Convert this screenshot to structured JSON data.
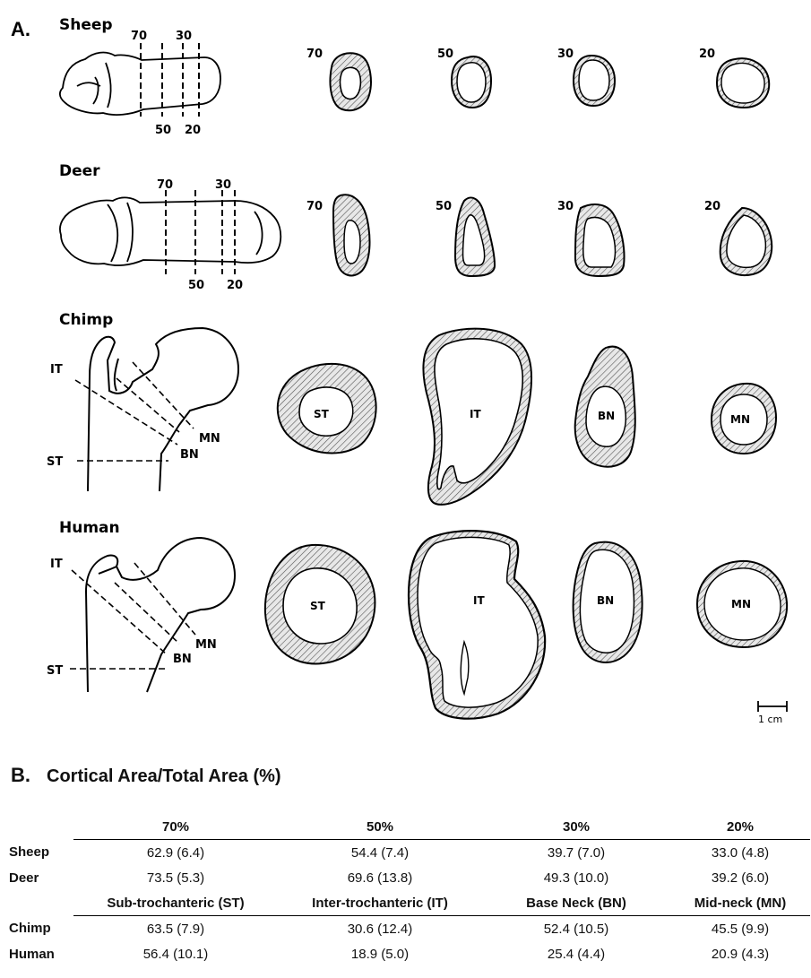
{
  "panel_a": {
    "letter": "A.",
    "species": [
      {
        "name": "Sheep",
        "schematic_top_labels": [
          "70",
          "30"
        ],
        "schematic_bottom_labels": [
          "50",
          "20"
        ],
        "section_labels": [
          "70",
          "50",
          "30",
          "20"
        ]
      },
      {
        "name": "Deer",
        "schematic_top_labels": [
          "70",
          "30"
        ],
        "schematic_bottom_labels": [
          "50",
          "20"
        ],
        "section_labels": [
          "70",
          "50",
          "30",
          "20"
        ]
      },
      {
        "name": "Chimp",
        "femur_labels": [
          "IT",
          "ST",
          "MN",
          "BN"
        ],
        "section_labels": [
          "ST",
          "IT",
          "BN",
          "MN"
        ]
      },
      {
        "name": "Human",
        "femur_labels": [
          "IT",
          "ST",
          "MN",
          "BN"
        ],
        "section_labels": [
          "ST",
          "IT",
          "BN",
          "MN"
        ]
      }
    ],
    "scale_bar": "1 cm"
  },
  "panel_b": {
    "letter": "B.",
    "title": "Cortical Area/Total Area (%)",
    "header_1": [
      "70%",
      "50%",
      "30%",
      "20%"
    ],
    "rows_1": [
      {
        "label": "Sheep",
        "values": [
          "62.9 (6.4)",
          "54.4 (7.4)",
          "39.7 (7.0)",
          "33.0 (4.8)"
        ]
      },
      {
        "label": "Deer",
        "values": [
          "73.5 (5.3)",
          "69.6 (13.8)",
          "49.3 (10.0)",
          "39.2 (6.0)"
        ]
      }
    ],
    "header_2": [
      "Sub-trochanteric (ST)",
      "Inter-trochanteric (IT)",
      "Base Neck (BN)",
      "Mid-neck (MN)"
    ],
    "rows_2": [
      {
        "label": "Chimp",
        "values": [
          "63.5 (7.9)",
          "30.6 (12.4)",
          "52.4 (10.5)",
          "45.5 (9.9)"
        ]
      },
      {
        "label": "Human",
        "values": [
          "56.4 (10.1)",
          "18.9 (5.0)",
          "25.4 (4.4)",
          "20.9 (4.3)"
        ]
      }
    ]
  }
}
